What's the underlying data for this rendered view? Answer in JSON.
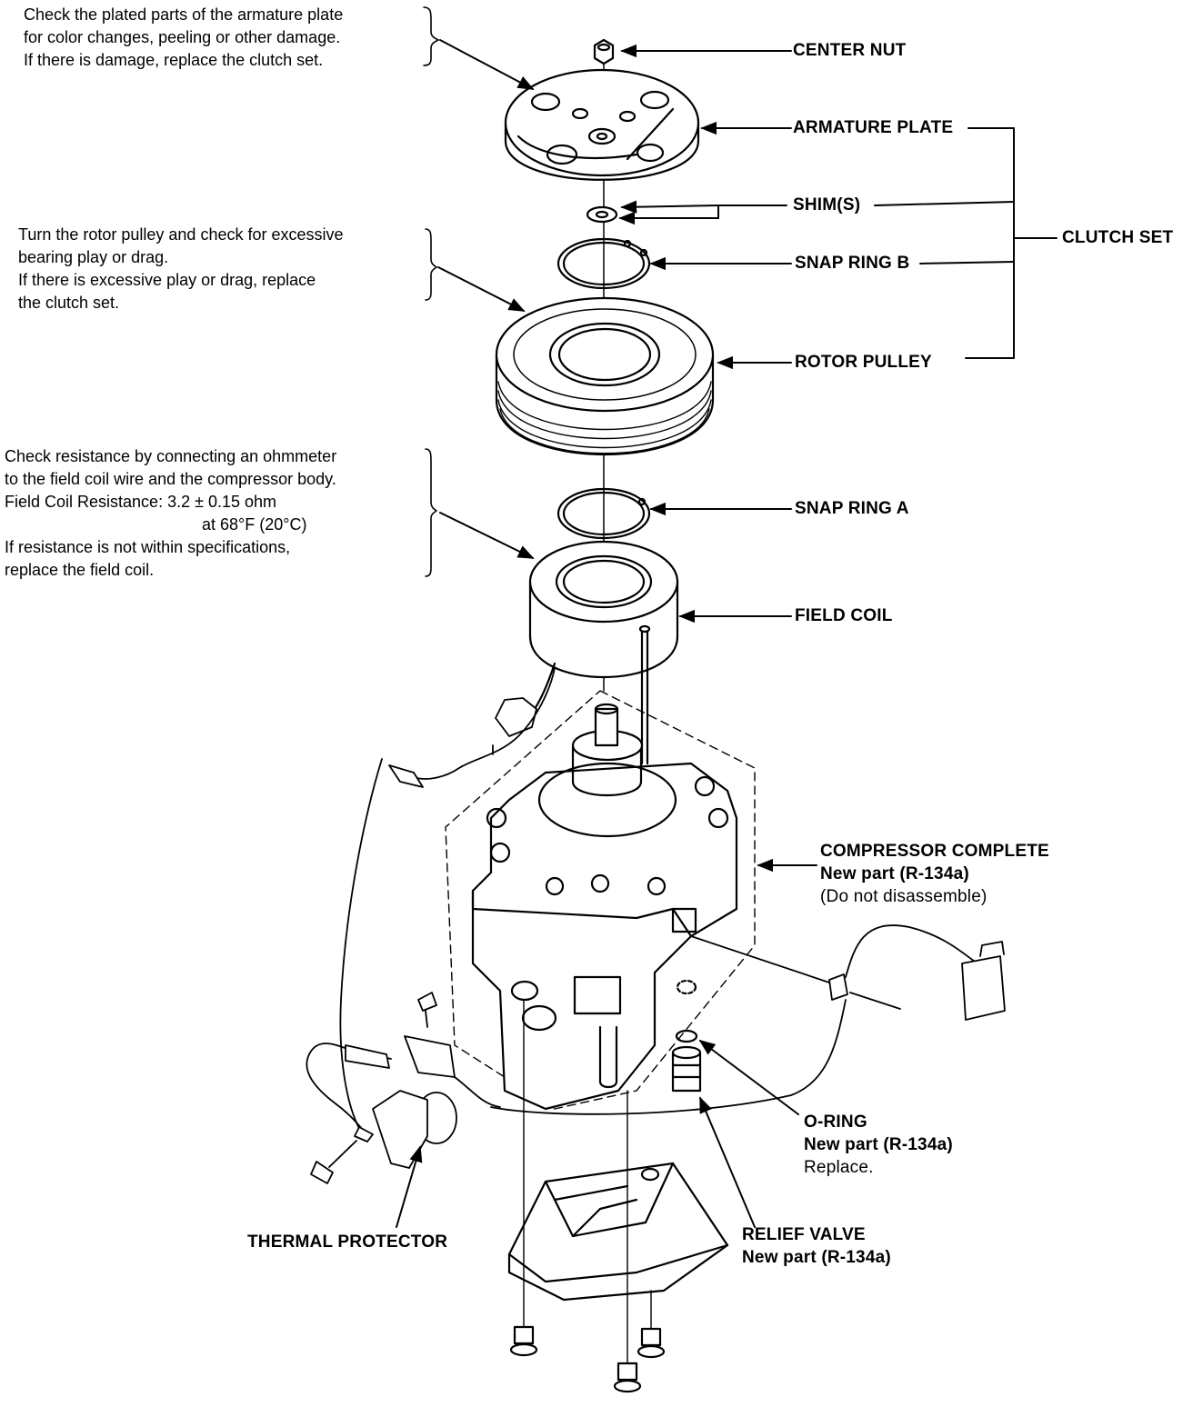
{
  "notes": {
    "armature": [
      "Check the plated parts of the armature plate",
      "for color changes, peeling or other damage.",
      "If there is damage, replace the clutch set."
    ],
    "rotor": [
      "Turn the rotor pulley and check for excessive",
      "bearing play or drag.",
      "If there is excessive play or drag, replace",
      "the clutch set."
    ],
    "field_coil": [
      "Check resistance by connecting an ohmmeter",
      "to the field coil wire and the compressor body.",
      "Field Coil Resistance: 3.2 ± 0.15 ohm",
      "at 68°F (20°C)",
      "If resistance is not within specifications,",
      "replace the field coil."
    ]
  },
  "labels": {
    "center_nut": "CENTER NUT",
    "armature_plate": "ARMATURE PLATE",
    "shims": "SHIM(S)",
    "snap_ring_b": "SNAP RING B",
    "rotor_pulley": "ROTOR PULLEY",
    "clutch_set": "CLUTCH SET",
    "snap_ring_a": "SNAP RING A",
    "field_coil": "FIELD COIL",
    "compressor": [
      "COMPRESSOR COMPLETE",
      "New part (R-134a)",
      "(Do not disassemble)"
    ],
    "o_ring": [
      "O-RING",
      "New part (R-134a)",
      "Replace."
    ],
    "relief_valve": [
      "RELIEF VALVE",
      "New part (R-134a)"
    ],
    "thermal_protector": "THERMAL PROTECTOR"
  }
}
